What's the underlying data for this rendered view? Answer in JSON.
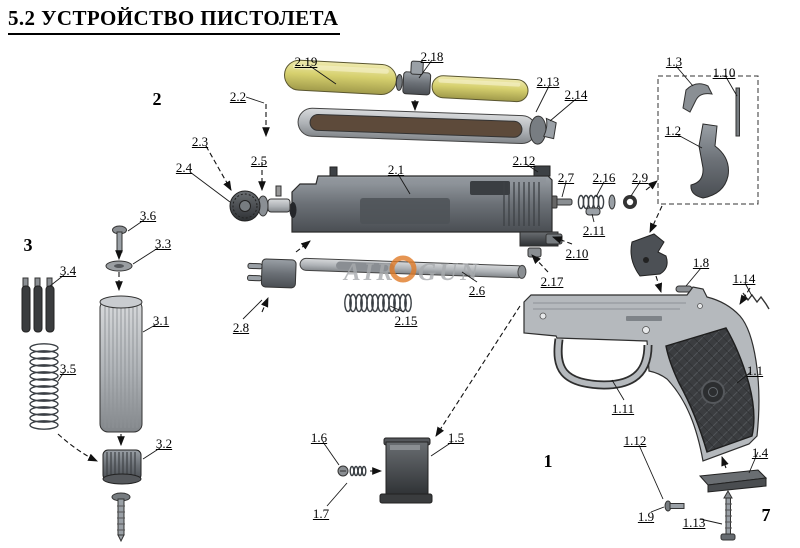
{
  "title": "5.2 УСТРОЙСТВО ПИСТОЛЕТА",
  "watermark": {
    "left": "AIR",
    "right": "GUN"
  },
  "colors": {
    "co2_yellow": "#d6d06e",
    "accent_orange": "#e07b28",
    "watermark_grey": "#a8abae",
    "metal_dark": "#4c5055",
    "metal_light": "#b5b9bd",
    "ink": "#111111"
  },
  "group_labels": [
    "2",
    "3",
    "1",
    "7"
  ],
  "part_labels": [
    "2.19",
    "2.18",
    "2.2",
    "2.13",
    "2.14",
    "2.3",
    "2.4",
    "2.5",
    "2.1",
    "2.12",
    "2.7",
    "2.16",
    "2.9",
    "2.11",
    "2.10",
    "2.17",
    "2.6",
    "2.15",
    "2.8",
    "1.3",
    "1.10",
    "1.2",
    "1.8",
    "1.14",
    "1.1",
    "1.11",
    "1.12",
    "1.4",
    "1.9",
    "1.13",
    "1.6",
    "1.5",
    "1.7",
    "3.6",
    "3.3",
    "3.4",
    "3.1",
    "3.5",
    "3.2"
  ]
}
